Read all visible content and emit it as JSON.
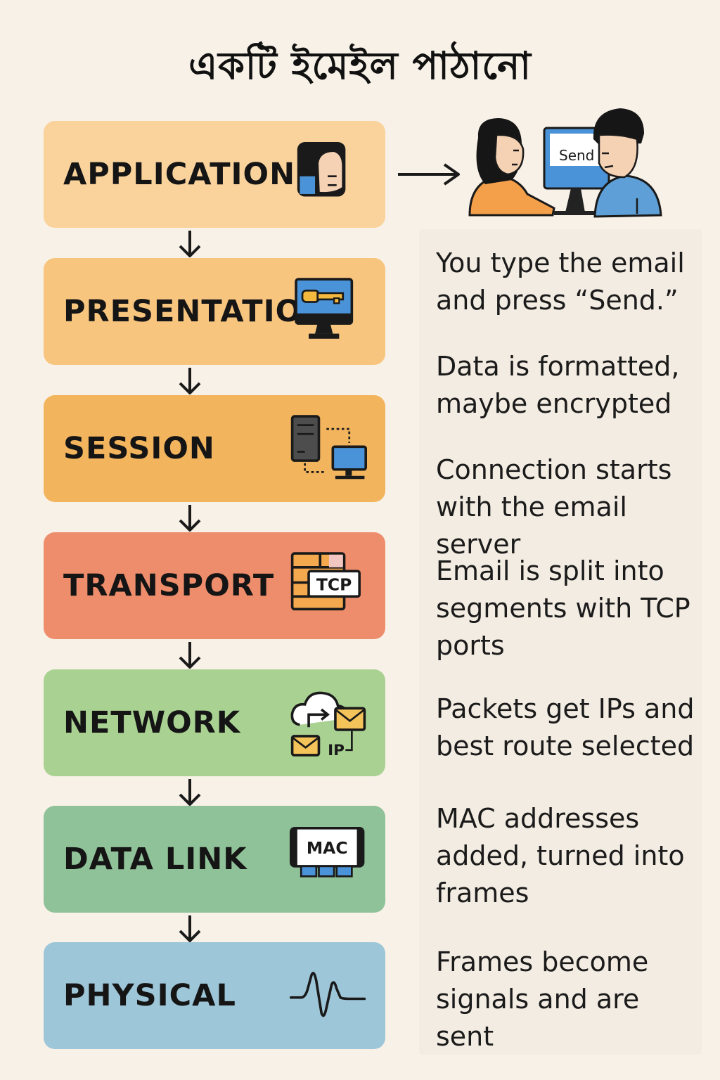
{
  "title": "একটি ইমেইল পাঠানো",
  "illustration": {
    "screen_text": "Send"
  },
  "layers": [
    {
      "label": "APPLICATION",
      "color": "#fad39c",
      "icon": "user-icon",
      "description": "You type the email and press “Send.”"
    },
    {
      "label": "PRESENTATION",
      "color": "#f8c57f",
      "icon": "encryption-monitor-icon",
      "description": "Data is formatted, maybe encrypted"
    },
    {
      "label": "SESSION",
      "color": "#f3b45e",
      "icon": "server-connection-icon",
      "description": "Connection starts with the email server"
    },
    {
      "label": "TRANSPORT",
      "color": "#ee8d6c",
      "icon": "tcp-segments-icon",
      "icon_text": "TCP",
      "description": "Email is split into segments with TCP ports"
    },
    {
      "label": "NETWORK",
      "color": "#a9d292",
      "icon": "cloud-routing-icon",
      "icon_text": "IP",
      "description": "Packets get IPs and best route selected"
    },
    {
      "label": "DATA LINK",
      "color": "#8fc298",
      "icon": "mac-card-icon",
      "icon_text": "MAC",
      "description": "MAC addresses added, turned into frames"
    },
    {
      "label": "PHYSICAL",
      "color": "#9ec6d9",
      "icon": "signal-wave-icon",
      "description": "Frames become signals and are sent"
    }
  ]
}
